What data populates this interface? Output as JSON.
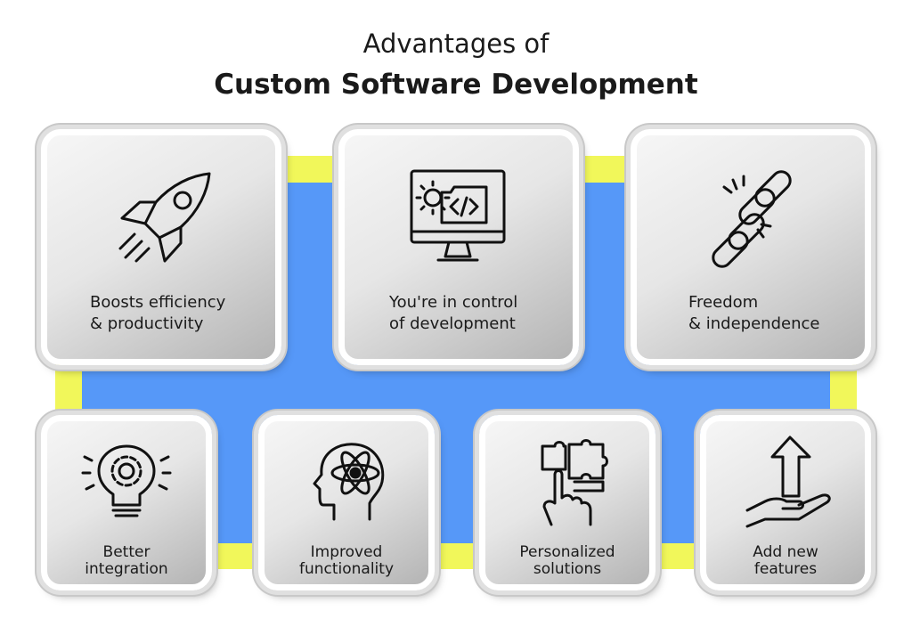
{
  "title": {
    "line1": "Advantages of",
    "line2": "Custom Software Development"
  },
  "colors": {
    "background_band": "#5698f8",
    "accent_yellow": "#f1f75a",
    "card": "#e6e6e6"
  },
  "cards": [
    {
      "icon": "rocket-icon",
      "line1": "Boosts efficiency",
      "line2": "& productivity"
    },
    {
      "icon": "monitor-code-icon",
      "line1": "You're in control",
      "line2": "of development"
    },
    {
      "icon": "broken-chain-icon",
      "line1": "Freedom",
      "line2": "& independence"
    },
    {
      "icon": "lightbulb-gear-icon",
      "line1": "Better",
      "line2": "integration"
    },
    {
      "icon": "head-atom-icon",
      "line1": "Improved",
      "line2": "functionality"
    },
    {
      "icon": "puzzle-hand-icon",
      "line1": "Personalized",
      "line2": "solutions"
    },
    {
      "icon": "hand-arrow-up-icon",
      "line1": "Add new",
      "line2": "features"
    }
  ]
}
